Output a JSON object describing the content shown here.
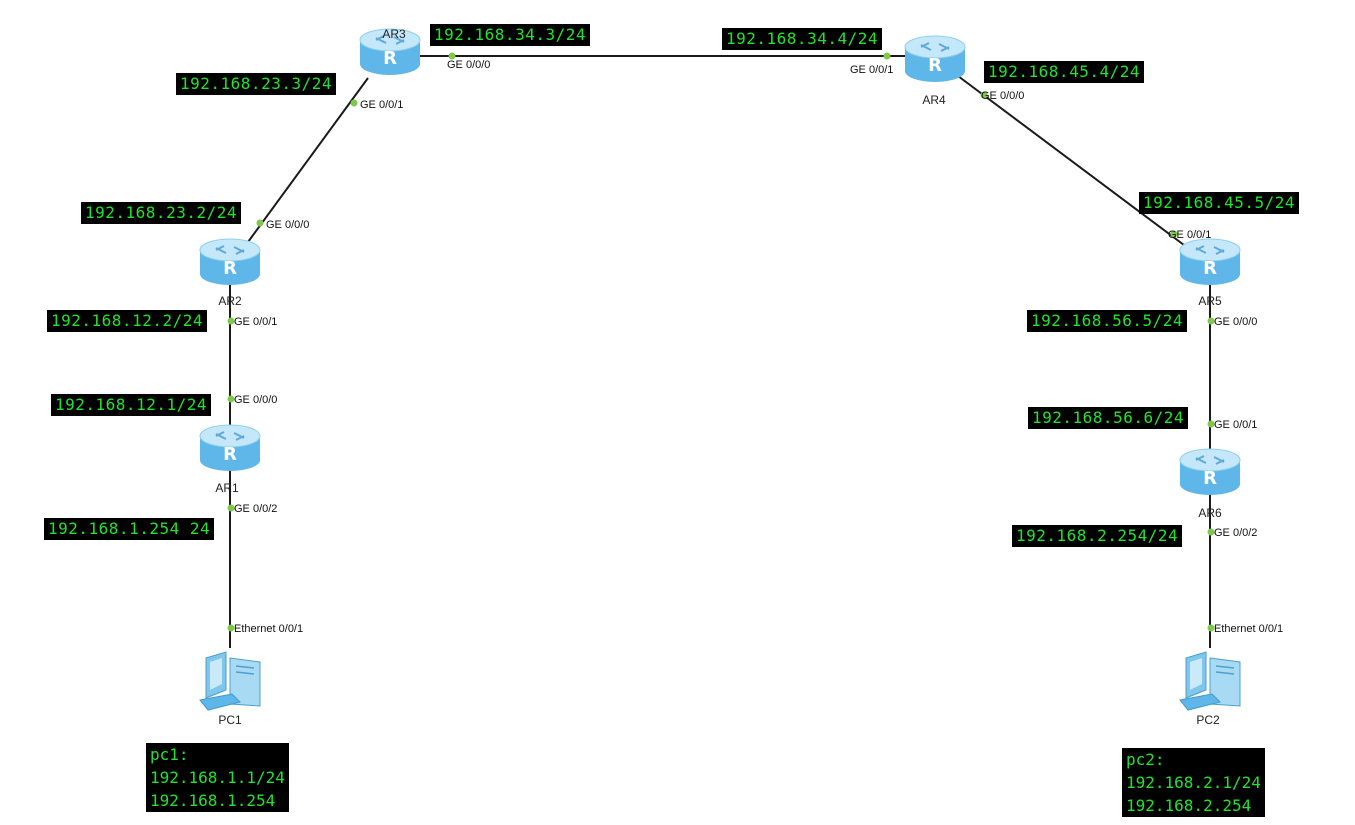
{
  "colors": {
    "link": "#1a1a1a",
    "port_dot": "#7ec84a",
    "router_top": "#bfe6f8",
    "router_body": "#5fb6e8",
    "router_dark": "#3f9ad3",
    "ip_bg": "#000000",
    "ip_text": "#22e32b"
  },
  "devices": {
    "ar1": {
      "label": "AR1",
      "icon": "router-icon"
    },
    "ar2": {
      "label": "AR2",
      "icon": "router-icon"
    },
    "ar3": {
      "label": "AR3",
      "icon": "router-icon"
    },
    "ar4": {
      "label": "AR4",
      "icon": "router-icon"
    },
    "ar5": {
      "label": "AR5",
      "icon": "router-icon"
    },
    "ar6": {
      "label": "AR6",
      "icon": "router-icon"
    },
    "pc1": {
      "label": "PC1",
      "icon": "pc-icon"
    },
    "pc2": {
      "label": "PC2",
      "icon": "pc-icon"
    }
  },
  "ports": {
    "ar3_g000": "GE 0/0/0",
    "ar3_g001": "GE 0/0/1",
    "ar4_g001": "GE 0/0/1",
    "ar4_g000": "GE 0/0/0",
    "ar2_g000": "GE 0/0/0",
    "ar2_g001": "GE 0/0/1",
    "ar1_g000": "GE 0/0/0",
    "ar1_g002": "GE 0/0/2",
    "pc1_e001": "Ethernet 0/0/1",
    "ar5_g001": "GE 0/0/1",
    "ar5_g000": "GE 0/0/0",
    "ar6_g001": "GE 0/0/1",
    "ar6_g002": "GE 0/0/2",
    "pc2_e001": "Ethernet 0/0/1"
  },
  "ip_labels": {
    "ar3_34": "192.168.34.3/24",
    "ar4_34": "192.168.34.4/24",
    "ar3_23": "192.168.23.3/24",
    "ar4_45": "192.168.45.4/24",
    "ar2_23": "192.168.23.2/24",
    "ar5_45": "192.168.45.5/24",
    "ar2_12": "192.168.12.2/24",
    "ar5_56": "192.168.56.5/24",
    "ar1_12": "192.168.12.1/24",
    "ar6_56": "192.168.56.6/24",
    "ar1_1": "192.168.1.254 24",
    "ar6_2": "192.168.2.254/24"
  },
  "notes": {
    "pc1": [
      "pc1:",
      "192.168.1.1/24",
      "192.168.1.254"
    ],
    "pc2": [
      "pc2:",
      "192.168.2.1/24",
      "192.168.2.254"
    ]
  }
}
